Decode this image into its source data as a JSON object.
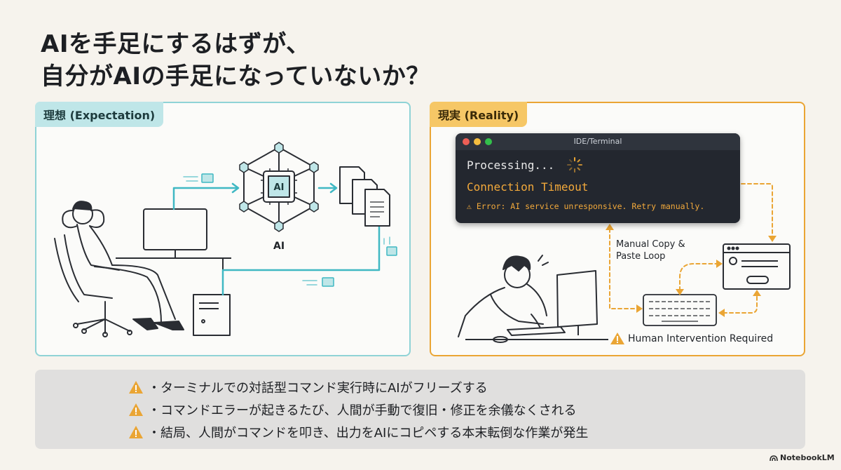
{
  "title": {
    "line1": "AIを手足にするはずが、",
    "line2": "自分がAIの手足になっていないか？"
  },
  "left_panel": {
    "tag": "理想 (Expectation)",
    "ai_chip_text": "AI",
    "ai_label": "AI"
  },
  "right_panel": {
    "tag": "現実 (Reality)",
    "terminal": {
      "title": "IDE/Terminal",
      "line1": "Processing...",
      "line2": "Connection Timeout",
      "line3": "⚠ Error: AI service unresponsive. Retry manually."
    },
    "loop_label_1": "Manual Copy &",
    "loop_label_2": "Paste Loop",
    "intervention": "Human Intervention Required"
  },
  "notes": [
    "・ターミナルでの対話型コマンド実行時にAIがフリーズする",
    "・コマンドエラーが起きるたび、人間が手動で復旧・修正を余儀なくされる",
    "・結局、人間がコマンドを叩き、出力をAIにコピペする本末転倒な作業が発生"
  ],
  "brand": "NotebookLM",
  "colors": {
    "teal": "#3fb8c3",
    "orange": "#eaa534",
    "background": "#f6f3ed"
  }
}
